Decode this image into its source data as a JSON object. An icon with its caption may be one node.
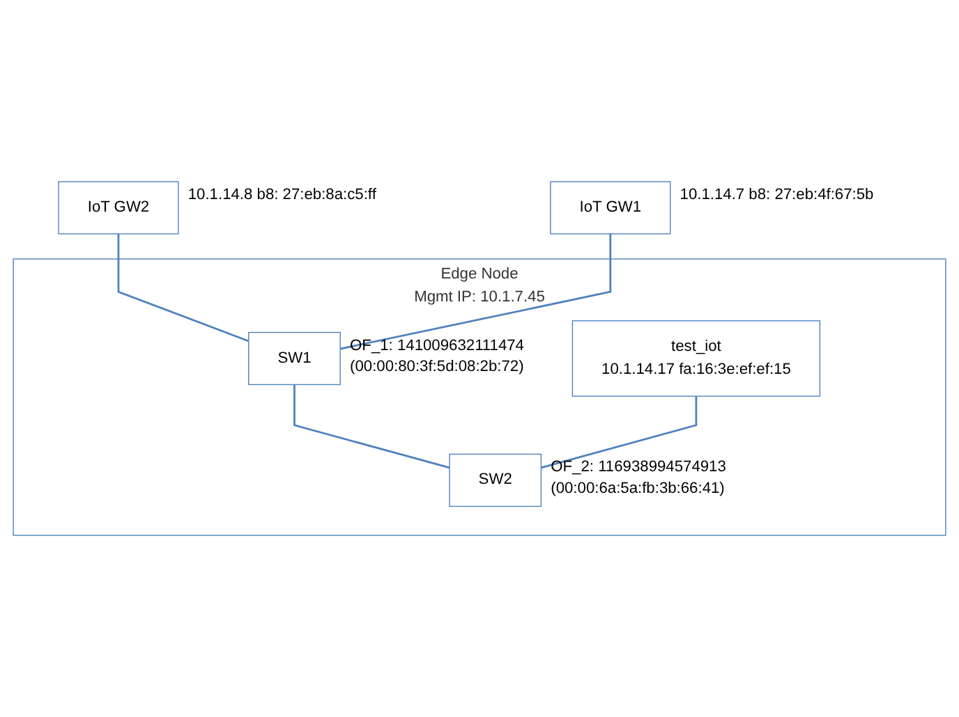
{
  "diagram": {
    "nodes": [
      {
        "text": [
          "IoT GW2"
        ],
        "beside": [
          "10.1.14.8 b8: 27:eb:8a:c5:ff"
        ]
      },
      {
        "text": [
          "IoT GW1"
        ],
        "beside": [
          "10.1.14.7 b8: 27:eb:4f:67:5b"
        ]
      },
      {
        "text": [
          "Edge Node",
          "Mgmt IP: 10.1.7.45"
        ]
      },
      {
        "text": [
          "SW1"
        ],
        "in": 2,
        "beside": [
          "OF_1: 141009632111474 (00:00:80:3f:5d:08:2b:72)"
        ]
      },
      {
        "text": [
          "test_iot",
          "10.1.14.17 fa:16:3e:ef:ef:15"
        ],
        "in": 2
      },
      {
        "text": [
          "SW2"
        ],
        "in": 2,
        "beside": [
          "OF_2: 116938994574913 (00:00:6a:5a:fb:3b:66:41)"
        ]
      }
    ],
    "edges": [
      {
        "from": 0,
        "to": 3,
        "arrow": "none"
      },
      {
        "from": 1,
        "to": 3,
        "arrow": "none"
      },
      {
        "from": 3,
        "to": 5,
        "arrow": "none"
      },
      {
        "from": 4,
        "to": 5,
        "arrow": "none"
      }
    ]
  }
}
